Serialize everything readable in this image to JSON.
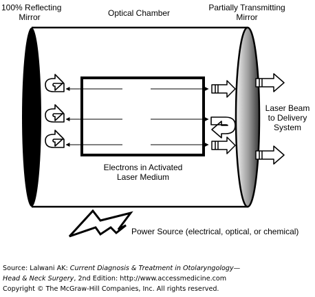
{
  "labels": {
    "mirror_left": [
      "100% Reflecting",
      "Mirror"
    ],
    "chamber": "Optical Chamber",
    "mirror_right": [
      "Partially Transmitting",
      "Mirror"
    ],
    "beam": [
      "Laser Beam",
      "to Delivery",
      "System"
    ],
    "medium": [
      "Electrons in Activated",
      "Laser Medium"
    ],
    "power": "Power Source (electrical, optical, or chemical)"
  },
  "footer": {
    "source_prefix": "Source: Lalwani AK: ",
    "book_title_1": "Current Diagnosis & Treatment in Otolaryngology—",
    "book_title_2": "Head & Neck Surgery",
    "edition": ", 2nd Edition: http://www.accessmedicine.com",
    "copyright": "Copyright © The McGraw-Hill Companies, Inc. All rights reserved."
  },
  "icons": {
    "left_returns": "u-turn-arrow-icon",
    "right_return": "u-turn-arrow-icon",
    "transmitted": "hollow-arrow-icon",
    "power": "lightning-bolt-icon"
  }
}
